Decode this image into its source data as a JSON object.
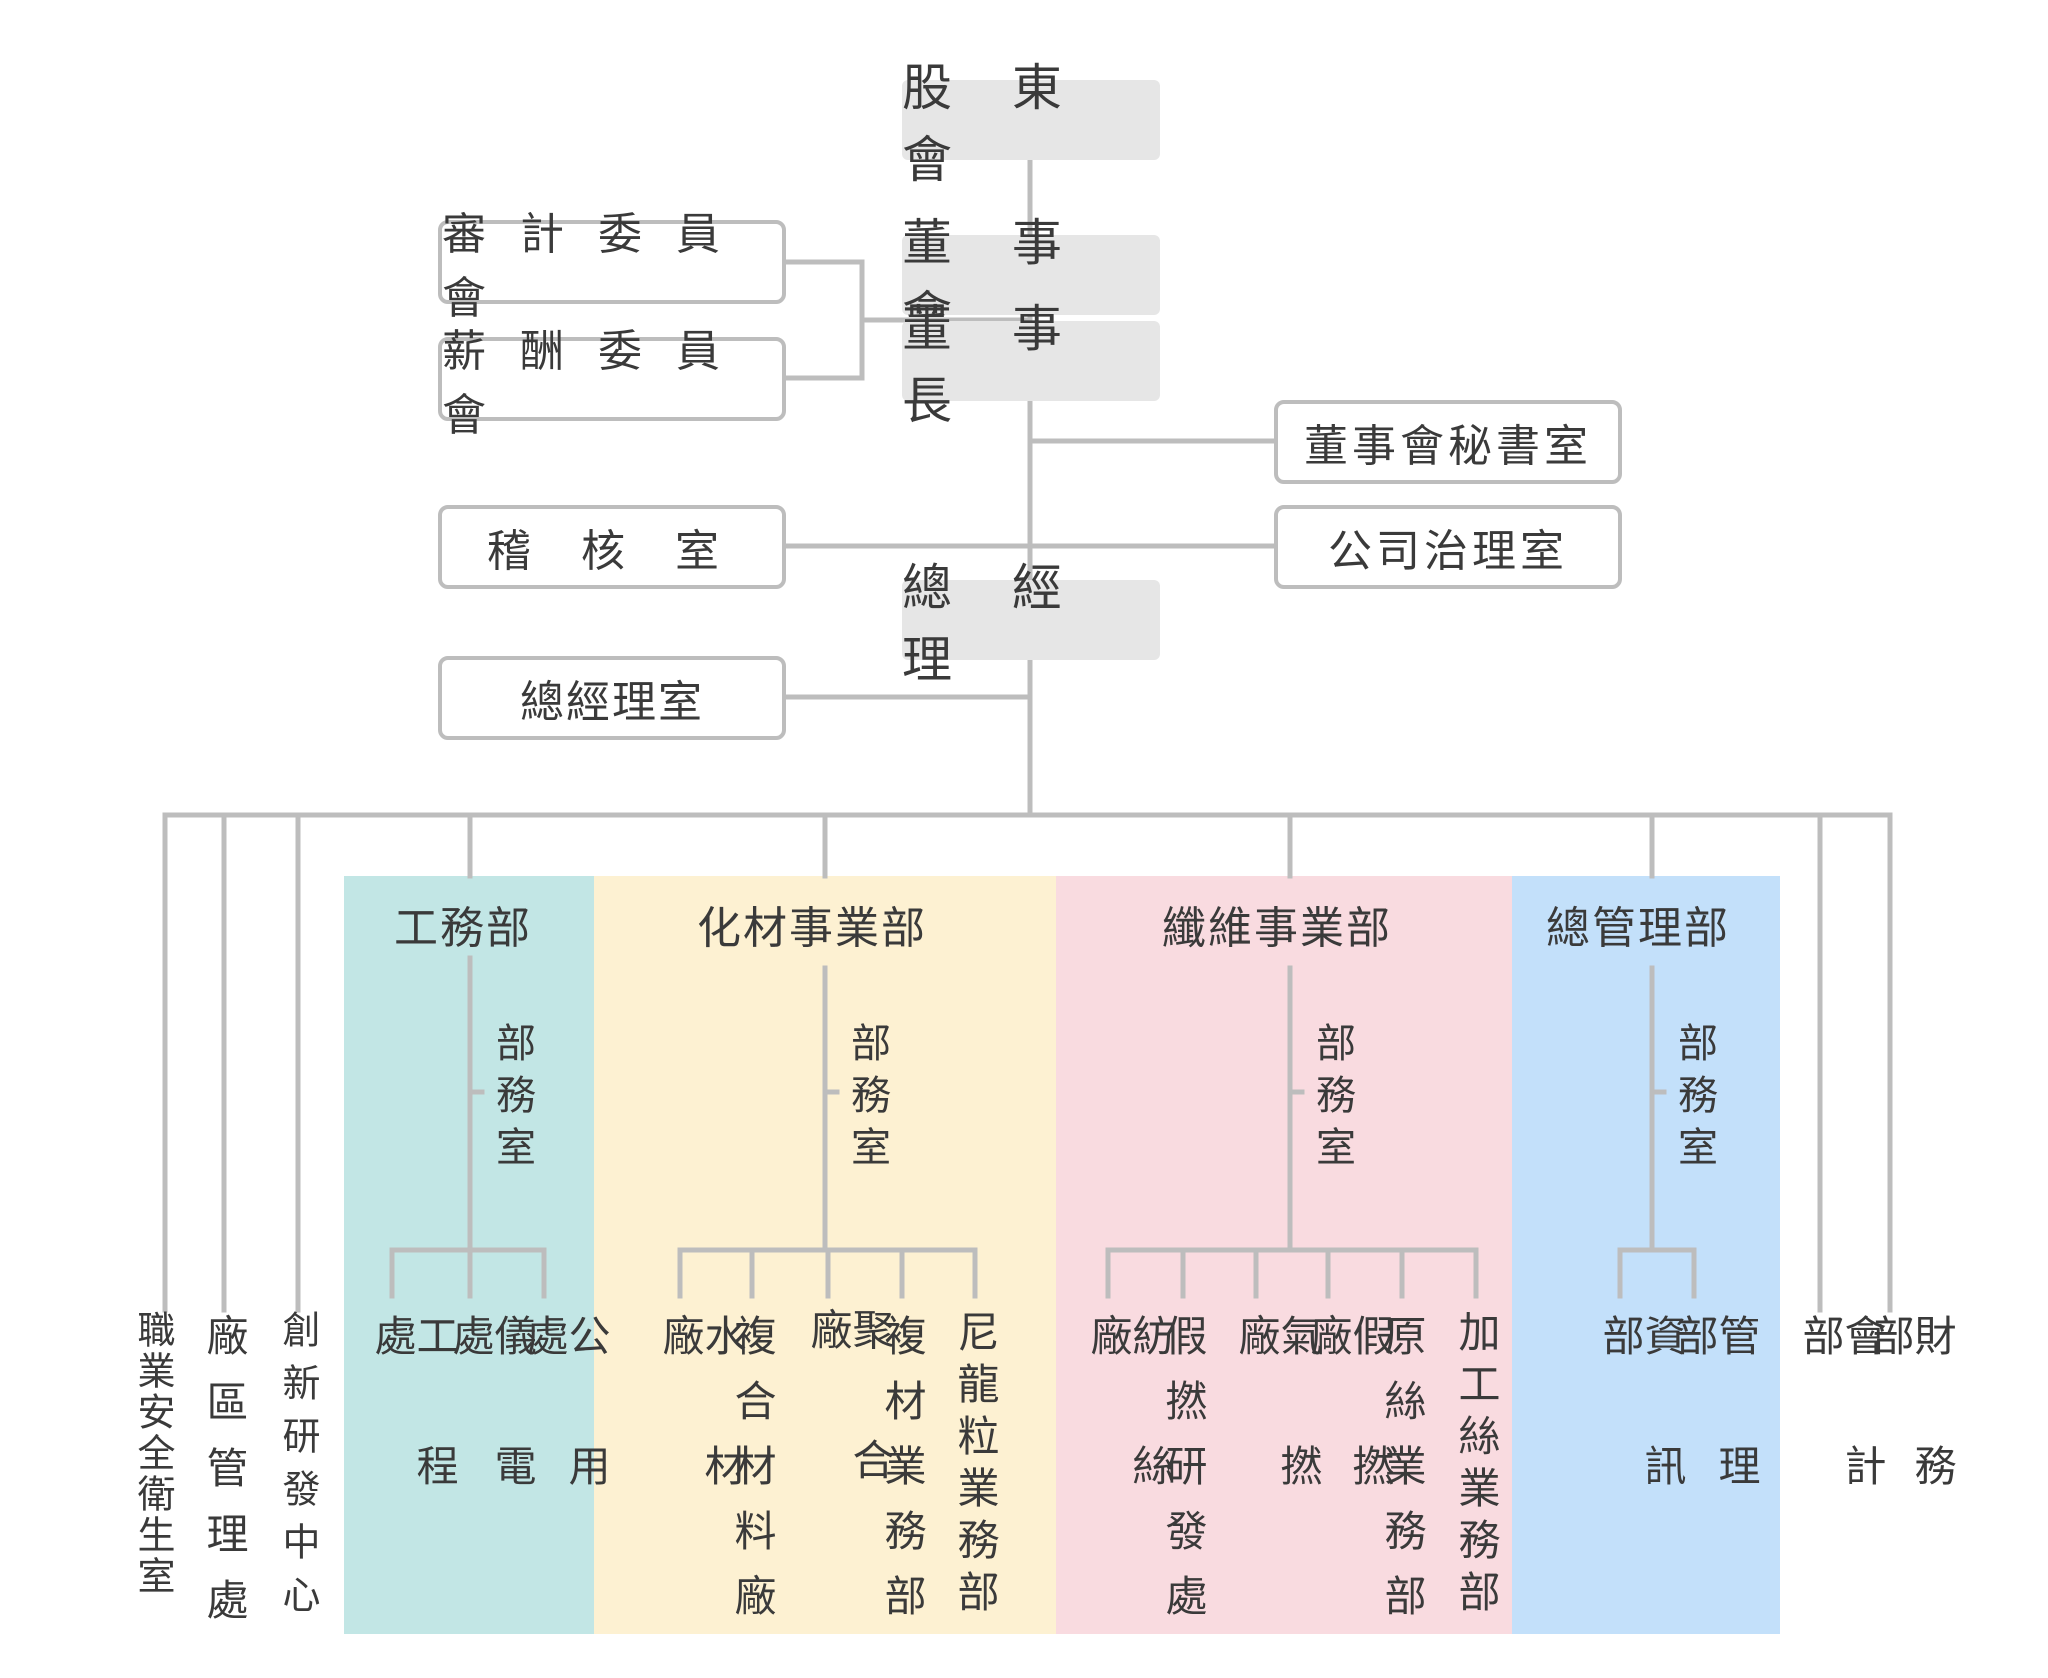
{
  "colors": {
    "line": "#bdbdbd",
    "top_box": "#e6e6e6",
    "engineering": "#c2e6e5",
    "chemical": "#fdf1d2",
    "fiber": "#f9dbe0",
    "admin": "#c3e0fa"
  },
  "top": {
    "shareholders": "股 東 會",
    "board": "董 事 會",
    "chairman": "董 事 長",
    "president": "總 經 理"
  },
  "side": {
    "audit_committee": "審 計 委 員 會",
    "remuneration_committee": "薪 酬 委 員 會",
    "board_secretariat": "董事會秘書室",
    "internal_audit": "稽 核 室",
    "corporate_governance": "公司治理室",
    "president_office": "總經理室"
  },
  "left_units": [
    {
      "text": "職業安全衛生室"
    },
    {
      "text": "廠區管理處"
    },
    {
      "text": "創新研發中心"
    }
  ],
  "right_units": [
    {
      "text": "會計部"
    },
    {
      "text": "財務部"
    }
  ],
  "divisions": {
    "engineering": {
      "title": "工務部",
      "office": "部務室",
      "units": [
        {
          "text": "工程處"
        },
        {
          "text": "儀電處"
        },
        {
          "text": "公用處"
        }
      ]
    },
    "chemical": {
      "title": "化材事業部",
      "office": "部務室",
      "units": [
        {
          "text": "水材廠"
        },
        {
          "text": "複合材料廠"
        },
        {
          "text": "聚合廠"
        },
        {
          "text": "複材業務部"
        },
        {
          "text": "尼龍粒業務部"
        }
      ]
    },
    "fiber": {
      "title": "纖維事業部",
      "office": "部務室",
      "units": [
        {
          "text": "紡絲廠"
        },
        {
          "text": "假撚研發處"
        },
        {
          "text": "氣撚廠"
        },
        {
          "text": "假撚廠"
        },
        {
          "text": "原絲業務部"
        },
        {
          "text": "加工絲業務部"
        }
      ]
    },
    "admin": {
      "title": "總管理部",
      "office": "部務室",
      "units": [
        {
          "text": "資訊部"
        },
        {
          "text": "管理部"
        }
      ]
    }
  }
}
